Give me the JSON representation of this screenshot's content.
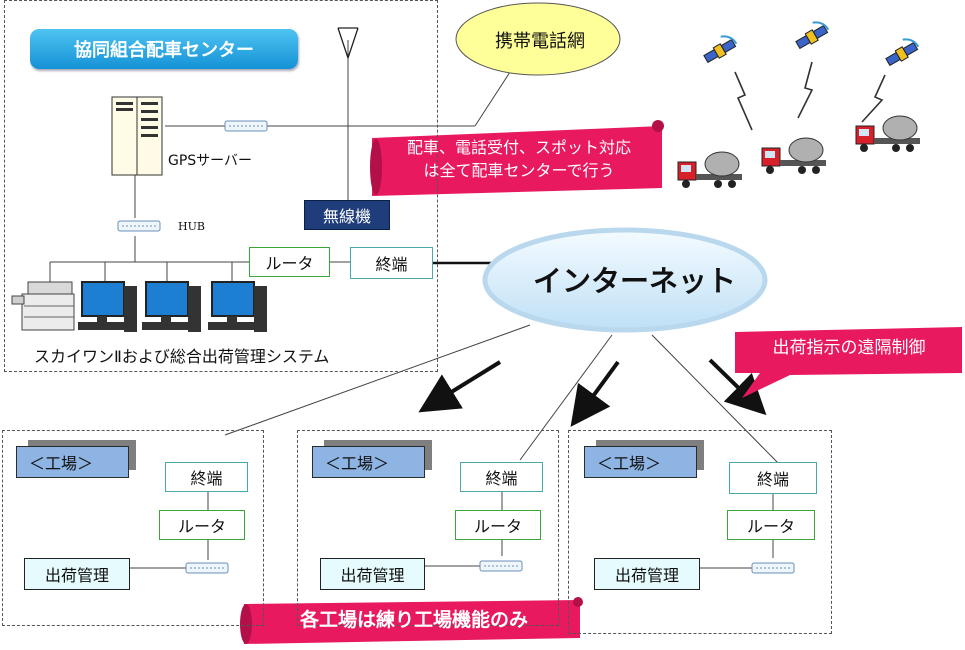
{
  "center": {
    "title": "協同組合配車センター",
    "server_label": "GPSサーバー",
    "hub_label": "HUB",
    "radio_label": "無線機",
    "router_label": "ルータ",
    "terminal_label": "終端",
    "system_label": "スカイワンⅡおよび総合出荷管理システム"
  },
  "cloud_mobile": "携帯電話網",
  "cloud_internet": "インターネット",
  "callouts": {
    "dispatch": "配車、電話受付、スポット対応\nは全て配車センターで行う",
    "remote": "出荷指示の遠隔制御",
    "factory_note": "各工場は練り工場機能のみ"
  },
  "factories": [
    {
      "title": "＜工場＞",
      "terminal": "終端",
      "router": "ルータ",
      "management": "出荷管理"
    },
    {
      "title": "＜工場＞",
      "terminal": "終端",
      "router": "ルータ",
      "management": "出荷管理"
    },
    {
      "title": "＜工場＞",
      "terminal": "終端",
      "router": "ルータ",
      "management": "出荷管理"
    }
  ],
  "colors": {
    "title_blue": "#1592d6",
    "cloud_yellow": "#ffff99",
    "internet_cloud": "#dbeffb",
    "callout_pink": "#e8195f",
    "radio_navy": "#1f3d7a",
    "factory_header": "#8db4e2"
  }
}
